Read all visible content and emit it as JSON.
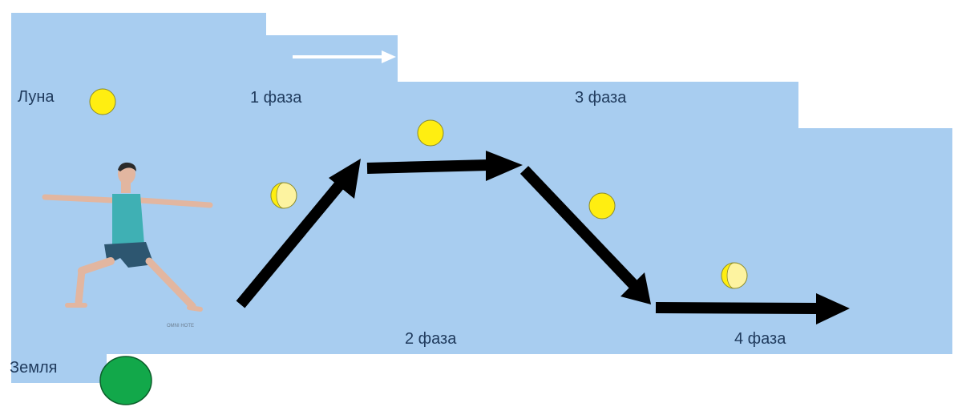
{
  "labels": {
    "moon": "Луна",
    "earth": "Земля",
    "phase1": "1 фаза",
    "phase2": "2 фаза",
    "phase3": "3 фаза",
    "phase4": "4 фаза"
  },
  "watermark": "OMNI HOTE",
  "colors": {
    "background_blue": "#a8cdf0",
    "moon_yellow": "#ffee11",
    "earth_green": "#12a84a",
    "arrow_black": "#000000",
    "small_arrow_white": "#ffffff",
    "text": "#1f3a5c"
  }
}
